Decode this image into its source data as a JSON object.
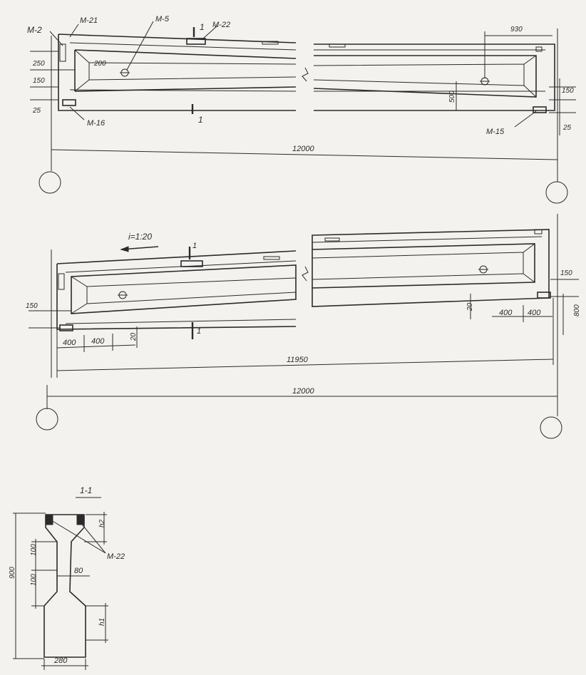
{
  "view1": {
    "labels": {
      "m2": "М-2",
      "m21": "М-21",
      "m5": "М-5",
      "m22": "М-22",
      "m16": "М-16",
      "m15": "М-15",
      "section_mark_top": "1",
      "section_mark_bottom": "1"
    },
    "dims": {
      "d250": "250",
      "d150_left": "150",
      "d25_left": "25",
      "d200": "200",
      "d930": "930",
      "d500": "500",
      "d150_right": "150",
      "d25_right": "25",
      "overall": "12000"
    }
  },
  "view2": {
    "labels": {
      "slope": "i=1:20",
      "section_mark_top": "1",
      "section_mark_bottom": "1"
    },
    "dims": {
      "d150_left": "150",
      "d400_a": "400",
      "d400_b": "400",
      "d20_left": "20",
      "d150_right": "150",
      "d20_right": "20",
      "d400_c": "400",
      "d400_d": "400",
      "d800": "800",
      "d11950": "11950",
      "overall": "12000"
    }
  },
  "section": {
    "title": "1-1",
    "m22": "М-22",
    "d900": "900",
    "d100_top": "100",
    "d100_bottom": "100",
    "d80": "80",
    "d280": "280",
    "h1": "h1",
    "h2": "h2"
  }
}
